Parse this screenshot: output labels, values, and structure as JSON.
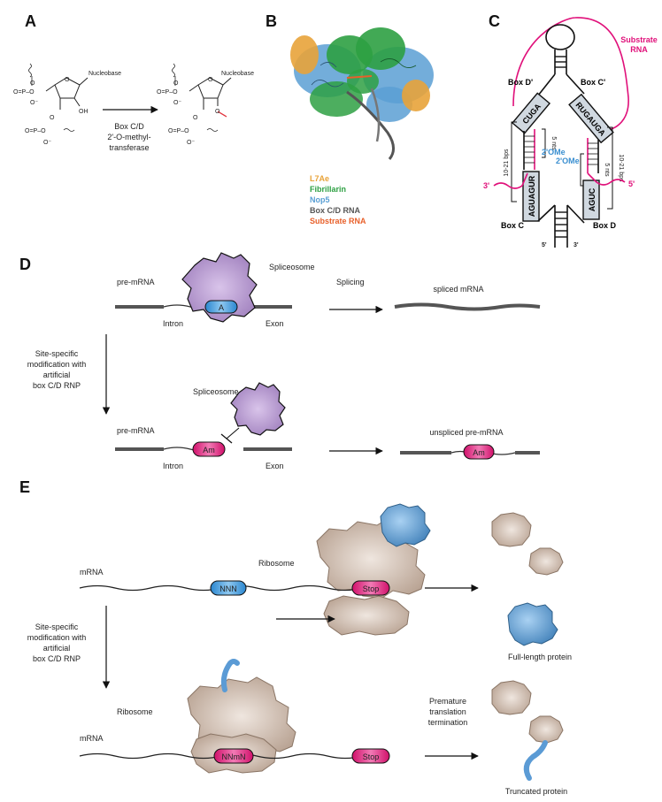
{
  "colors": {
    "l7ae": "#e8a33a",
    "fibrillarin": "#2ea043",
    "nop5": "#5a9fd4",
    "boxcd_rna": "#555555",
    "substrate_rna": "#e8602a",
    "magenta": "#e0107a",
    "ome_blue": "#3a8fd0",
    "spliceosome": "#b898d0",
    "ribosome": "#c9b5a5",
    "protein_blue": "#5b9bd5",
    "mrna_gray": "#555555"
  },
  "panel_a": {
    "letter": "A",
    "nucleobase_left": "Nucleobase",
    "nucleobase_right": "Nucleobase",
    "oh": "OH",
    "phosphate": "O=P–O",
    "o_minus": "O⁻",
    "arrow_label_1": "Box C/D",
    "arrow_label_2": "2'-O-methyl-",
    "arrow_label_3": "transferase"
  },
  "panel_b": {
    "letter": "B",
    "legend": [
      {
        "label": "L7Ae",
        "color": "#e8a33a"
      },
      {
        "label": "Fibrillarin",
        "color": "#2ea043"
      },
      {
        "label": "Nop5",
        "color": "#5a9fd4"
      },
      {
        "label": "Box C/D RNA",
        "color": "#555555"
      },
      {
        "label": "Substrate RNA",
        "color": "#e8602a"
      }
    ]
  },
  "panel_c": {
    "letter": "C",
    "substrate_rna_1": "Substrate",
    "substrate_rna_2": "RNA",
    "box_d_prime": "Box D'",
    "box_c_prime": "Box C'",
    "box_c": "Box C",
    "box_d": "Box D",
    "seq_cuga": "CUGA",
    "seq_rugauga": "RUGAUGA",
    "seq_aguagur": "AGUAGUR",
    "seq_aguc": "AGUC",
    "bps_left": "10-21 bps",
    "bps_right": "10-21 bps",
    "nts_left": "5 nts",
    "nts_right": "5 nts",
    "ome_left": "2'OMe",
    "ome_right": "2'OMe",
    "end_3_left": "3'",
    "end_5_right": "5'",
    "end_5_bottom": "5'",
    "end_3_bottom": "3'"
  },
  "panel_d": {
    "letter": "D",
    "pre_mrna_top": "pre-mRNA",
    "spliceosome_top": "Spliceosome",
    "splicing": "Splicing",
    "spliced_mrna": "spliced mRNA",
    "intron_top": "Intron",
    "exon_top": "Exon",
    "a_label": "A",
    "site_1": "Site-specific",
    "site_2": "modification with",
    "site_3": "artificial",
    "site_4": "box C/D RNP",
    "spliceosome_bottom": "Spliceosome",
    "unspliced": "unspliced pre-mRNA",
    "pre_mrna_bottom": "pre-mRNA",
    "am_label": "Am",
    "am_label_right": "Am",
    "intron_bottom": "Intron",
    "exon_bottom": "Exon"
  },
  "panel_e": {
    "letter": "E",
    "ribosome_top": "Ribosome",
    "mrna_top": "mRNA",
    "nnn": "NNN",
    "stop_top": "Stop",
    "full_length": "Full-length protein",
    "site_1": "Site-specific",
    "site_2": "modification with",
    "site_3": "artificial",
    "site_4": "box C/D RNP",
    "ribosome_bottom": "Ribosome",
    "premature_1": "Premature",
    "premature_2": "translation",
    "premature_3": "termination",
    "mrna_bottom": "mRNA",
    "nnmn": "NNmN",
    "stop_bottom": "Stop",
    "truncated": "Truncated protein"
  }
}
